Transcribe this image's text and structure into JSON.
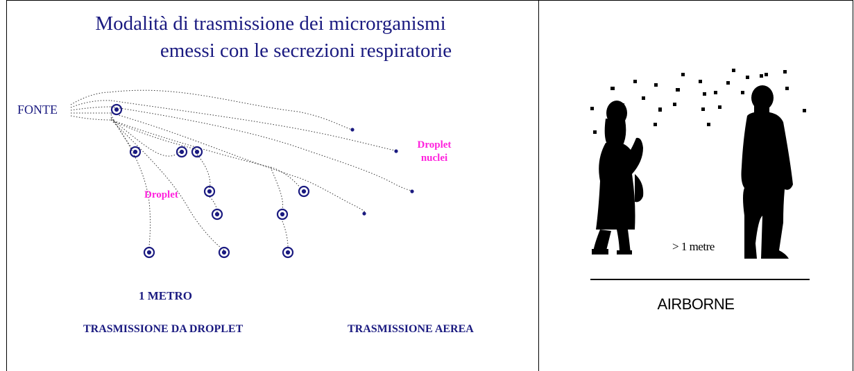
{
  "left_panel": {
    "title_line1": "Modalità di trasmissione dei microrganismi",
    "title_line2": "emessi con le secrezioni respiratorie",
    "source_label": "FONTE",
    "droplet_nuclei_label_line1": "Droplet",
    "droplet_nuclei_label_line2": "nuclei",
    "droplet_label": "Droplet",
    "distance_label": "1 METRO",
    "droplet_transmission_label": "TRASMISSIONE DA DROPLET",
    "airborne_transmission_label": "TRASMISSIONE AEREA"
  },
  "right_panel": {
    "distance_label": "> 1 metre",
    "caption": "AIRBORNE"
  },
  "colors": {
    "navy": "#1a1a80",
    "pink": "#ff22dd",
    "black": "#000000"
  }
}
